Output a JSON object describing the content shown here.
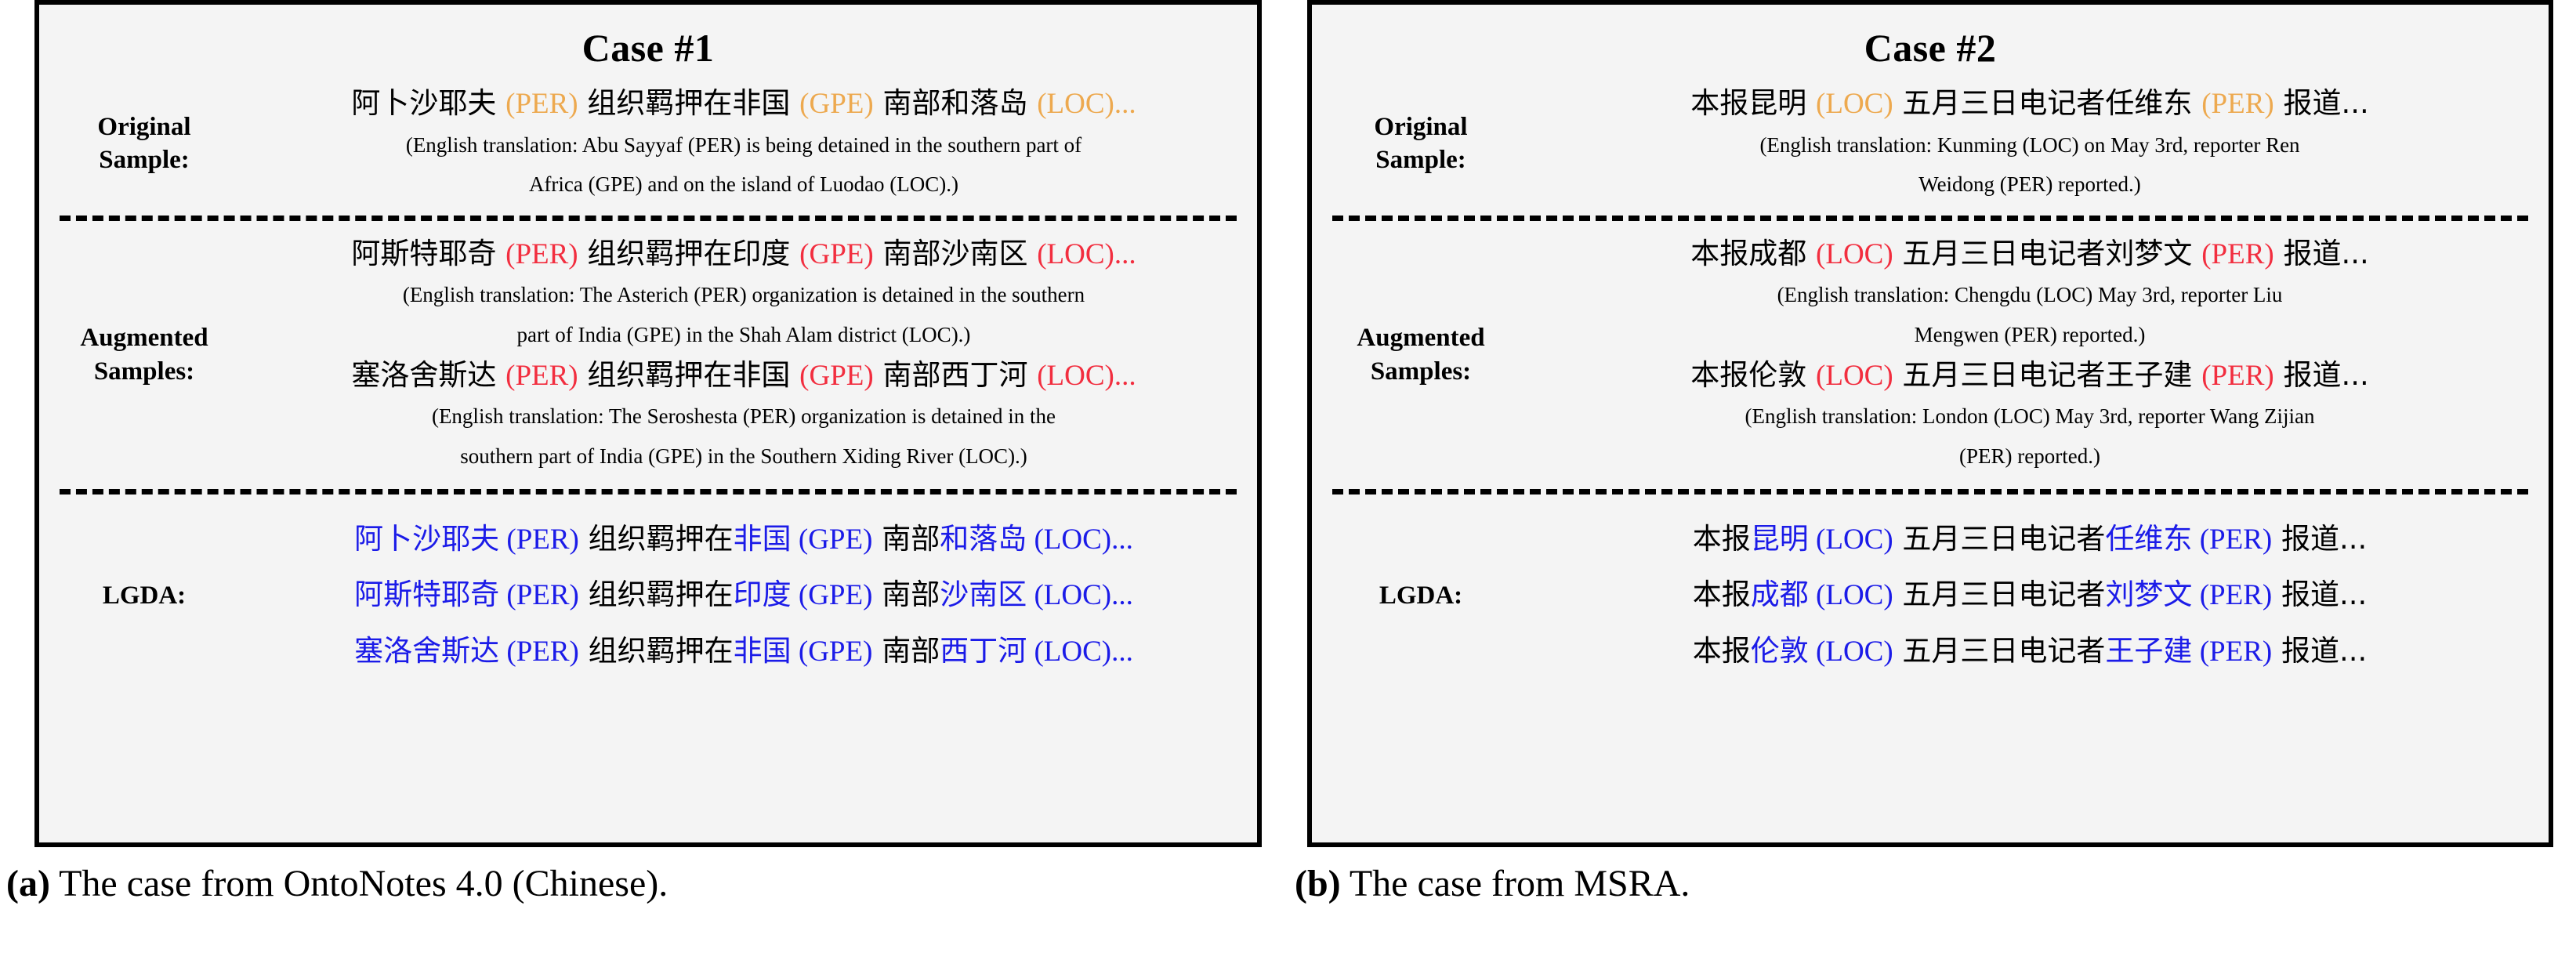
{
  "colors": {
    "panel_background": "#f4f4f4",
    "panel_border": "#000000",
    "original_entity": "#eda94f",
    "augmented_entity": "#f22e3f",
    "lgda_entity": "#1b1be8",
    "plain_text": "#000000"
  },
  "cases": [
    {
      "id": "case-1",
      "title": "Case #1",
      "caption_marker": "(a)",
      "caption_text": "The case from OntoNotes 4.0 (Chinese).",
      "sections": [
        {
          "key": "original",
          "label_lines": [
            "Original",
            "Sample:"
          ],
          "cn_lines": [
            {
              "segments": [
                {
                  "text": "阿卜沙耶夫 ",
                  "style": "plain"
                },
                {
                  "text": "(PER)",
                  "style": "entity-orange"
                },
                {
                  "text": " 组织羁押在非国 ",
                  "style": "plain"
                },
                {
                  "text": "(GPE)",
                  "style": "entity-orange"
                },
                {
                  "text": " 南部和落岛 ",
                  "style": "plain"
                },
                {
                  "text": "(LOC)...",
                  "style": "entity-orange"
                }
              ]
            }
          ],
          "en_lines": [
            "(English translation: Abu Sayyaf (PER) is being detained in the southern part of",
            "Africa (GPE) and on the island of Luodao (LOC).)"
          ]
        },
        {
          "key": "augmented",
          "label_lines": [
            "Augmented",
            "Samples:"
          ],
          "blocks": [
            {
              "cn_segments": [
                {
                  "text": "阿斯特耶奇 ",
                  "style": "plain"
                },
                {
                  "text": "(PER)",
                  "style": "entity-red"
                },
                {
                  "text": " 组织羁押在印度 ",
                  "style": "plain"
                },
                {
                  "text": "(GPE)",
                  "style": "entity-red"
                },
                {
                  "text": " 南部沙南区 ",
                  "style": "plain"
                },
                {
                  "text": "(LOC)...",
                  "style": "entity-red"
                }
              ],
              "en_lines": [
                "(English translation: The Asterich (PER) organization is detained in the southern",
                "part of India (GPE) in the Shah Alam district (LOC).)"
              ]
            },
            {
              "cn_segments": [
                {
                  "text": "塞洛舍斯达 ",
                  "style": "plain"
                },
                {
                  "text": "(PER)",
                  "style": "entity-red"
                },
                {
                  "text": " 组织羁押在非国 ",
                  "style": "plain"
                },
                {
                  "text": "(GPE)",
                  "style": "entity-red"
                },
                {
                  "text": " 南部西丁河 ",
                  "style": "plain"
                },
                {
                  "text": "(LOC)...",
                  "style": "entity-red"
                }
              ],
              "en_lines": [
                "(English translation: The Seroshesta (PER) organization is detained in the",
                "southern part of India (GPE) in the Southern Xiding River (LOC).)"
              ]
            }
          ]
        },
        {
          "key": "lgda",
          "label_lines": [
            "LGDA:"
          ],
          "cn_lines": [
            {
              "segments": [
                {
                  "text": "阿卜沙耶夫",
                  "style": "entity-blue"
                },
                {
                  "text": " (PER)",
                  "style": "entity-blue"
                },
                {
                  "text": " 组织羁押在",
                  "style": "plain"
                },
                {
                  "text": "非国",
                  "style": "entity-blue"
                },
                {
                  "text": " (GPE)",
                  "style": "entity-blue"
                },
                {
                  "text": " 南部",
                  "style": "plain"
                },
                {
                  "text": "和落岛",
                  "style": "entity-blue"
                },
                {
                  "text": " (LOC)...",
                  "style": "entity-blue"
                }
              ]
            },
            {
              "segments": [
                {
                  "text": "阿斯特耶奇",
                  "style": "entity-blue"
                },
                {
                  "text": " (PER)",
                  "style": "entity-blue"
                },
                {
                  "text": " 组织羁押在",
                  "style": "plain"
                },
                {
                  "text": "印度",
                  "style": "entity-blue"
                },
                {
                  "text": " (GPE)",
                  "style": "entity-blue"
                },
                {
                  "text": " 南部",
                  "style": "plain"
                },
                {
                  "text": "沙南区",
                  "style": "entity-blue"
                },
                {
                  "text": " (LOC)...",
                  "style": "entity-blue"
                }
              ]
            },
            {
              "segments": [
                {
                  "text": "塞洛舍斯达",
                  "style": "entity-blue"
                },
                {
                  "text": " (PER)",
                  "style": "entity-blue"
                },
                {
                  "text": " 组织羁押在",
                  "style": "plain"
                },
                {
                  "text": "非国",
                  "style": "entity-blue"
                },
                {
                  "text": " (GPE)",
                  "style": "entity-blue"
                },
                {
                  "text": " 南部",
                  "style": "plain"
                },
                {
                  "text": "西丁河",
                  "style": "entity-blue"
                },
                {
                  "text": " (LOC)...",
                  "style": "entity-blue"
                }
              ]
            }
          ]
        }
      ]
    },
    {
      "id": "case-2",
      "title": "Case #2",
      "caption_marker": "(b)",
      "caption_text": "The case from MSRA.",
      "sections": [
        {
          "key": "original",
          "label_lines": [
            "Original",
            "Sample:"
          ],
          "cn_lines": [
            {
              "segments": [
                {
                  "text": "本报昆明 ",
                  "style": "plain"
                },
                {
                  "text": "(LOC)",
                  "style": "entity-orange"
                },
                {
                  "text": " 五月三日电记者任维东 ",
                  "style": "plain"
                },
                {
                  "text": "(PER)",
                  "style": "entity-orange"
                },
                {
                  "text": " 报道...",
                  "style": "plain"
                }
              ]
            }
          ],
          "en_lines": [
            "(English translation: Kunming (LOC) on May 3rd, reporter Ren",
            "Weidong (PER) reported.)"
          ]
        },
        {
          "key": "augmented",
          "label_lines": [
            "Augmented",
            "Samples:"
          ],
          "blocks": [
            {
              "cn_segments": [
                {
                  "text": "本报成都 ",
                  "style": "plain"
                },
                {
                  "text": "(LOC)",
                  "style": "entity-red"
                },
                {
                  "text": " 五月三日电记者刘梦文 ",
                  "style": "plain"
                },
                {
                  "text": "(PER)",
                  "style": "entity-red"
                },
                {
                  "text": " 报道...",
                  "style": "plain"
                }
              ],
              "en_lines": [
                "(English translation: Chengdu (LOC) May 3rd, reporter Liu",
                "Mengwen (PER) reported.)"
              ]
            },
            {
              "cn_segments": [
                {
                  "text": "本报伦敦 ",
                  "style": "plain"
                },
                {
                  "text": "(LOC)",
                  "style": "entity-red"
                },
                {
                  "text": " 五月三日电记者王子建 ",
                  "style": "plain"
                },
                {
                  "text": "(PER)",
                  "style": "entity-red"
                },
                {
                  "text": " 报道...",
                  "style": "plain"
                }
              ],
              "en_lines": [
                "(English translation: London (LOC) May 3rd, reporter Wang Zijian",
                "(PER) reported.)"
              ]
            }
          ]
        },
        {
          "key": "lgda",
          "label_lines": [
            "LGDA:"
          ],
          "cn_lines": [
            {
              "segments": [
                {
                  "text": "本报",
                  "style": "plain"
                },
                {
                  "text": "昆明",
                  "style": "entity-blue"
                },
                {
                  "text": " (LOC)",
                  "style": "entity-blue"
                },
                {
                  "text": " 五月三日电记者",
                  "style": "plain"
                },
                {
                  "text": "任维东",
                  "style": "entity-blue"
                },
                {
                  "text": " (PER)",
                  "style": "entity-blue"
                },
                {
                  "text": " 报道...",
                  "style": "plain"
                }
              ]
            },
            {
              "segments": [
                {
                  "text": "本报",
                  "style": "plain"
                },
                {
                  "text": "成都",
                  "style": "entity-blue"
                },
                {
                  "text": " (LOC)",
                  "style": "entity-blue"
                },
                {
                  "text": " 五月三日电记者",
                  "style": "plain"
                },
                {
                  "text": "刘梦文",
                  "style": "entity-blue"
                },
                {
                  "text": " (PER)",
                  "style": "entity-blue"
                },
                {
                  "text": " 报道...",
                  "style": "plain"
                }
              ]
            },
            {
              "segments": [
                {
                  "text": "本报",
                  "style": "plain"
                },
                {
                  "text": "伦敦",
                  "style": "entity-blue"
                },
                {
                  "text": " (LOC)",
                  "style": "entity-blue"
                },
                {
                  "text": " 五月三日电记者",
                  "style": "plain"
                },
                {
                  "text": "王子建",
                  "style": "entity-blue"
                },
                {
                  "text": " (PER)",
                  "style": "entity-blue"
                },
                {
                  "text": " 报道...",
                  "style": "plain"
                }
              ]
            }
          ]
        }
      ]
    }
  ]
}
